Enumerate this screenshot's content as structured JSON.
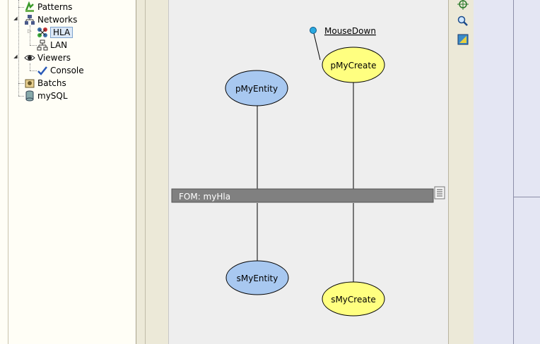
{
  "tree": {
    "items": [
      {
        "label": "Patterns",
        "icon": "patterns-icon"
      },
      {
        "label": "Networks",
        "icon": "network-icon"
      },
      {
        "label": "HLA",
        "icon": "hla-icon"
      },
      {
        "label": "LAN",
        "icon": "lan-icon"
      },
      {
        "label": "Viewers",
        "icon": "eye-icon"
      },
      {
        "label": "Console",
        "icon": "checkmark-icon"
      },
      {
        "label": "Batchs",
        "icon": "batch-icon"
      },
      {
        "label": "mySQL",
        "icon": "database-icon"
      }
    ],
    "selected": "HLA"
  },
  "diagram": {
    "event_label": "MouseDown",
    "fom_label": "FOM: myHla",
    "nodes": {
      "p_entity": "pMyEntity",
      "p_create": "pMyCreate",
      "s_entity": "sMyEntity",
      "s_create": "sMyCreate"
    },
    "colors": {
      "blue": "#a8c8f0",
      "yellow": "#ffff80",
      "bar": "#808080",
      "event_dot": "#2aa9e0"
    }
  },
  "toolbar": {
    "buttons": [
      "crosshair-icon",
      "zoom-icon",
      "palette-icon"
    ]
  }
}
